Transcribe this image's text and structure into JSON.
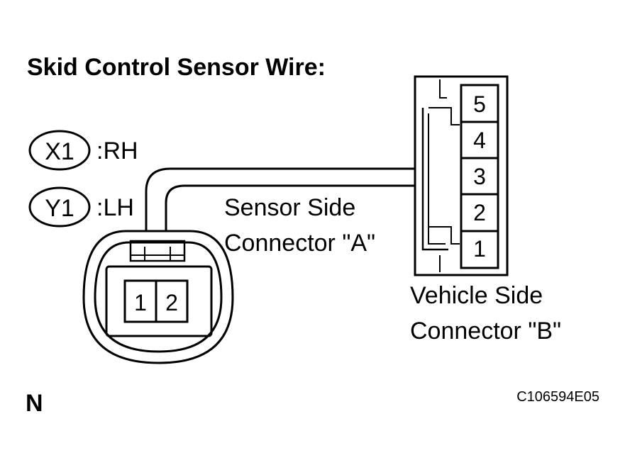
{
  "title": "Skid Control Sensor Wire:",
  "legend": [
    {
      "code": "X1",
      "side": ":RH"
    },
    {
      "code": "Y1",
      "side": ":LH"
    }
  ],
  "sensor_connector": {
    "label_line1": "Sensor Side",
    "label_line2": "Connector \"A\"",
    "pins": [
      "1",
      "2"
    ]
  },
  "vehicle_connector": {
    "label_line1": "Vehicle Side",
    "label_line2": "Connector \"B\"",
    "pins": [
      "5",
      "4",
      "3",
      "2",
      "1"
    ]
  },
  "corner_mark": "N",
  "figure_code": "C106594E05",
  "colors": {
    "line": "#000000",
    "background": "#ffffff"
  }
}
